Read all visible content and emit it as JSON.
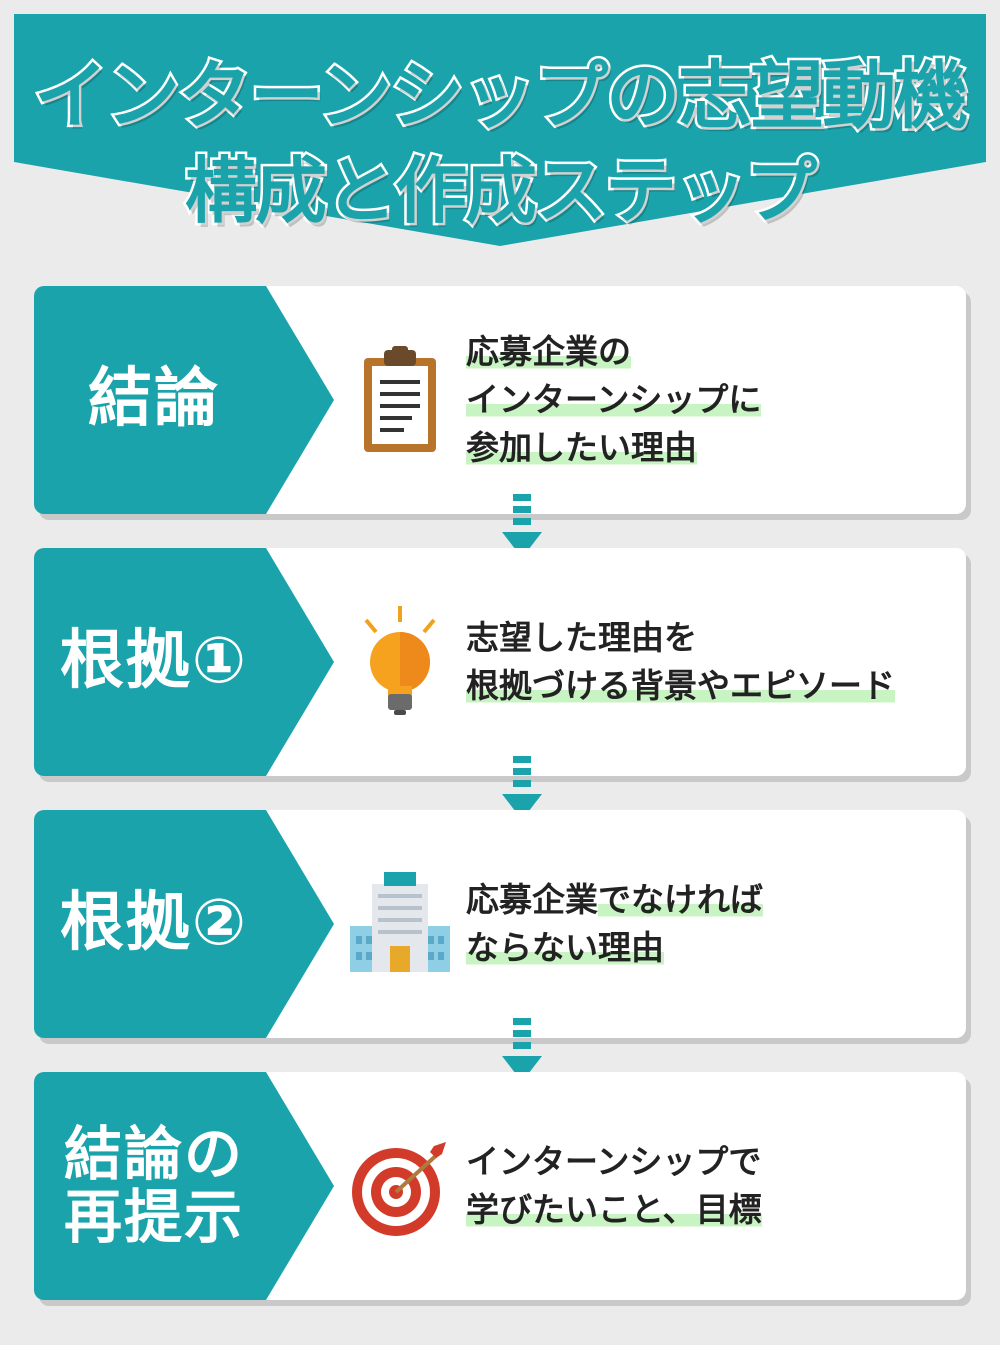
{
  "title": {
    "line1": "インターンシップの志望動機",
    "line2": "構成と作成ステップ"
  },
  "colors": {
    "teal": "#1ba3ab",
    "highlight": "#c8f3c2",
    "card": "#ffffff",
    "background": "#ebebeb"
  },
  "steps": [
    {
      "label": "結論",
      "icon": "clipboard-icon",
      "lines": [
        {
          "pre": "",
          "hl": "応募企業の"
        },
        {
          "pre": "",
          "hl": "インターンシップに"
        },
        {
          "pre": "",
          "hl": "参加したい理由"
        }
      ]
    },
    {
      "label": "根拠①",
      "icon": "lightbulb-icon",
      "lines": [
        {
          "pre": "志望した理由を",
          "hl": ""
        },
        {
          "pre": "",
          "hl": "根拠づける背景やエピソード"
        }
      ]
    },
    {
      "label": "根拠②",
      "icon": "office-building-icon",
      "lines": [
        {
          "pre": "応募企業",
          "hl": "でなければ"
        },
        {
          "pre": "",
          "hl": "ならない理由"
        }
      ]
    },
    {
      "label": "結論の\n再提示",
      "icon": "target-icon",
      "lines": [
        {
          "pre": "インターンシップで",
          "hl": ""
        },
        {
          "pre": "",
          "hl": "学びたいこと、目標"
        }
      ]
    }
  ]
}
